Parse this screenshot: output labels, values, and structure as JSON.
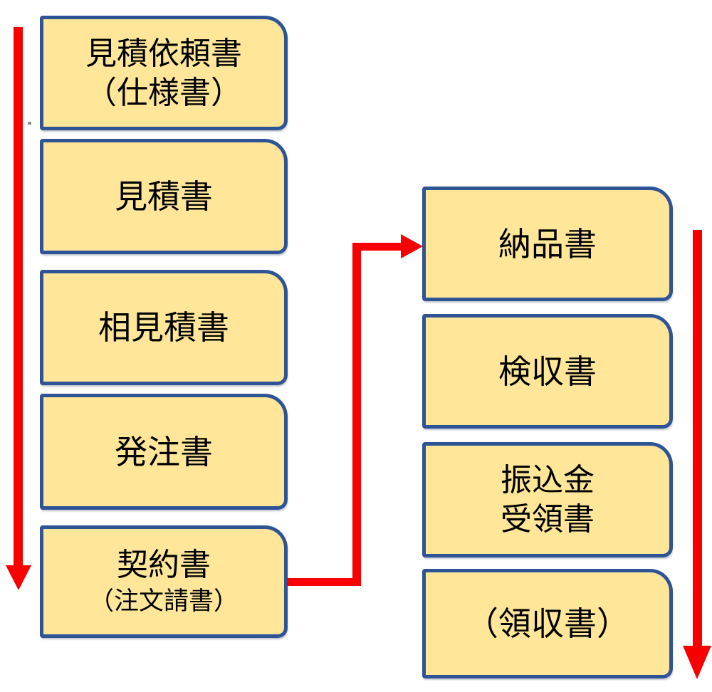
{
  "diagram": {
    "colors": {
      "page_bg": "#FFFFFF",
      "box_fill": "#FFE699",
      "box_border": "#2F5496",
      "arrow": "#F80000",
      "text": "#000000"
    },
    "left_column": {
      "boxes": [
        {
          "lines": [
            "見積依頼書",
            "（仕様書）"
          ]
        },
        {
          "lines": [
            "見積書"
          ]
        },
        {
          "lines": [
            "相見積書"
          ]
        },
        {
          "lines": [
            "発注書"
          ]
        },
        {
          "lines": [
            "契約書",
            "（注文請書）"
          ]
        }
      ]
    },
    "right_column": {
      "boxes": [
        {
          "lines": [
            "納品書"
          ]
        },
        {
          "lines": [
            "検収書"
          ]
        },
        {
          "lines": [
            "振込金",
            "受領書"
          ]
        },
        {
          "lines": [
            "（領収書）"
          ]
        }
      ]
    }
  }
}
